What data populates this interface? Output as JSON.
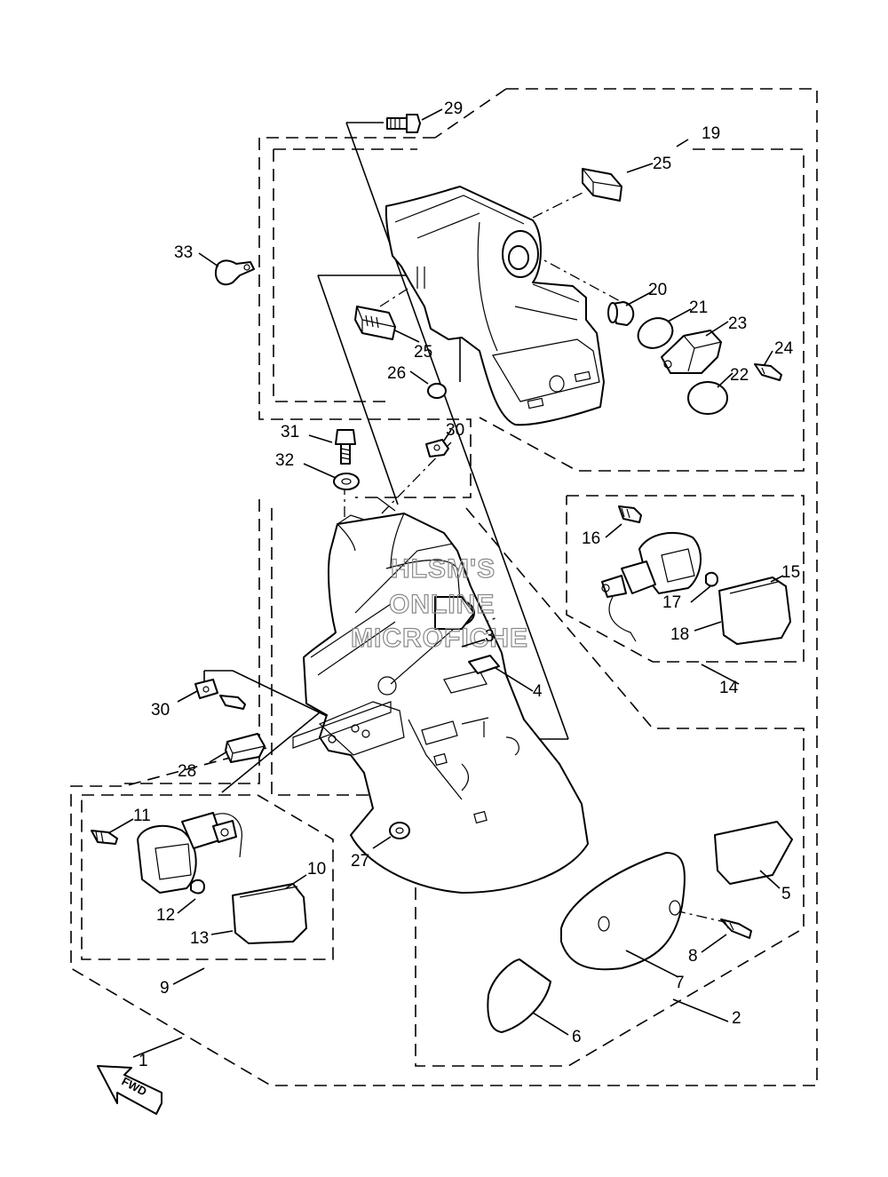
{
  "watermark": [
    "HLSM'S",
    "ONLINE",
    "MICROFICHE"
  ],
  "fwd_label": "FWD",
  "callouts": [
    "1",
    "2",
    "3",
    "4",
    "5",
    "6",
    "7",
    "8",
    "9",
    "10",
    "11",
    "12",
    "13",
    "14",
    "15",
    "16",
    "17",
    "18",
    "19",
    "20",
    "21",
    "22",
    "23",
    "24",
    "25",
    "25",
    "26",
    "27",
    "28",
    "29",
    "30",
    "30",
    "31",
    "32",
    "33"
  ]
}
